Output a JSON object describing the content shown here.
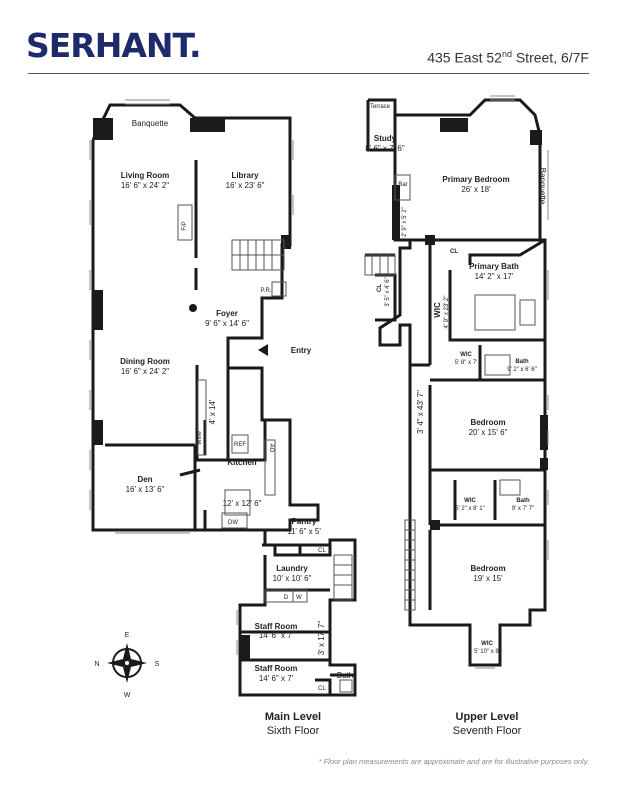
{
  "brand": {
    "logo_text": "SERHANT",
    "logo_dot": "."
  },
  "address": {
    "main": "435 East 52",
    "sup": "nd",
    "rest": " Street, 6/7F"
  },
  "main_level": {
    "title": "Main Level",
    "subtitle": "Sixth Floor",
    "rooms": {
      "banquette": "Banquette",
      "living_room": {
        "name": "Living Room",
        "dims": "16' 6\" x 24' 2\""
      },
      "library": {
        "name": "Library",
        "dims": "16' x 23' 6\""
      },
      "fp": "F/P",
      "pr": "P.R.",
      "foyer": {
        "name": "Foyer",
        "dims": "9' 6\" x 14' 6\""
      },
      "entry": "Entry",
      "dining_room": {
        "name": "Dining Room",
        "dims": "16' 6\" x 24' 2\""
      },
      "hall": "4' x 14'",
      "wine": "Wine",
      "ref": "REF",
      "ao": "AO",
      "kitchen": {
        "name": "Kitchen",
        "dims": "12' x 12' 6\""
      },
      "den": {
        "name": "Den",
        "dims": "16' x 13' 6\""
      },
      "dw": "DW",
      "pantry": {
        "name": "Pantry",
        "dims": "11' 6\" x 5'"
      },
      "cl": "CL",
      "laundry": {
        "name": "Laundry",
        "dims": "10' x 10' 6\""
      },
      "d": "D",
      "w": "W",
      "staff_room_1": {
        "name": "Staff Room",
        "dims": "14' 6\" x 7'"
      },
      "staff_room_2": {
        "name": "Staff Room",
        "dims": "14' 6\" x 7'"
      },
      "staff_hall": "3' x 17' 7\"",
      "cl2": "CL",
      "bath": "Bath"
    }
  },
  "upper_level": {
    "title": "Upper Level",
    "subtitle": "Seventh Floor",
    "rooms": {
      "terrace": "Terrace",
      "study": {
        "name": "Study",
        "dims": "8' 6\" x 7' 6\""
      },
      "bar": "Bar",
      "primary_bedroom": {
        "name": "Primary Bedroom",
        "dims": "26' x 18'"
      },
      "banquette": "Banquette",
      "cl_a": {
        "name": "CL",
        "dims": "2' 9\" x 5' 2\""
      },
      "cl_b": "CL",
      "cl_c": {
        "name": "CL",
        "dims": "3' 5\" x 4' 6\""
      },
      "primary_bath": {
        "name": "Primary Bath",
        "dims": "14' 2\" x 17'"
      },
      "wic_big": {
        "name": "WIC",
        "dims": "4' 9\" x 23' 2\""
      },
      "wic_small": {
        "name": "WIC",
        "dims": "5' 8\" x 7'"
      },
      "bath_1": {
        "name": "Bath",
        "dims": "9' 2\" x 6' 6\""
      },
      "hall": "3' 4\" x 43' 7\"",
      "bedroom_1": {
        "name": "Bedroom",
        "dims": "20' x 15' 6\""
      },
      "wic_2": {
        "name": "WIC",
        "dims": "5' 2\" x 8' 1\""
      },
      "bath_2": {
        "name": "Bath",
        "dims": "9' x 7' 7\""
      },
      "bedroom_2": {
        "name": "Bedroom",
        "dims": "19' x 15'"
      },
      "wic_3": {
        "name": "WIC",
        "dims": "5' 10\" x 8'"
      }
    }
  },
  "compass": {
    "n": "N",
    "s": "S",
    "e": "E",
    "w": "W"
  },
  "footnote": "* Floor plan measurements are approximate and are for illustrative purposes only.",
  "colors": {
    "brand": "#1f2a6b",
    "wall": "#1a1a1a"
  }
}
